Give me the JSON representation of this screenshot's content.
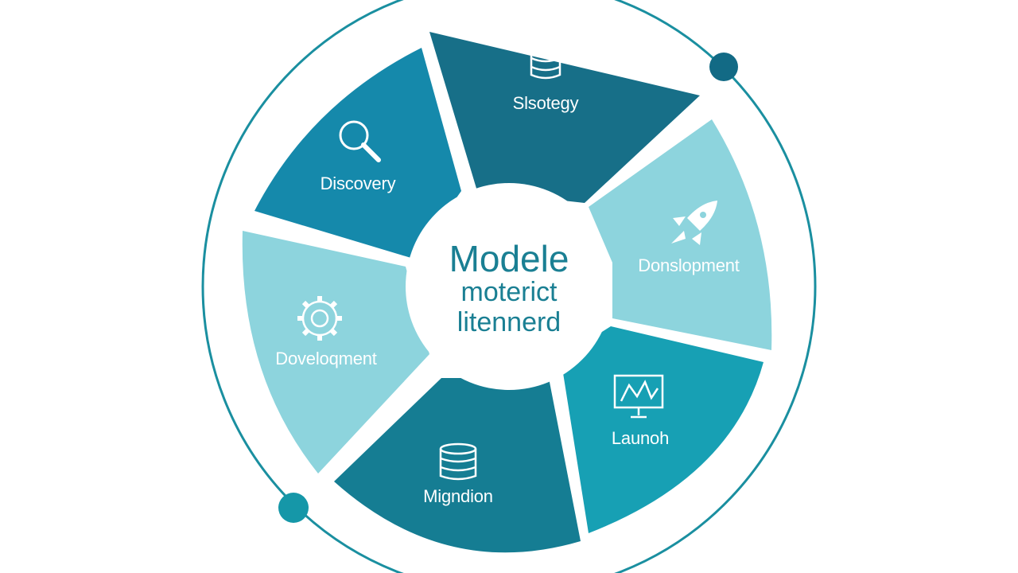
{
  "center": {
    "line1": "Modele",
    "line2": "moterict",
    "line3": "litennerd"
  },
  "segments": [
    {
      "label": "Slsotegy",
      "icon": "database-icon",
      "color": "#176f88"
    },
    {
      "label": "Donslopment",
      "icon": "rocket-icon",
      "color": "#8dd4dd"
    },
    {
      "label": "Launoh",
      "icon": "monitor-chart-icon",
      "color": "#17a0b4"
    },
    {
      "label": "Migndion",
      "icon": "database-icon",
      "color": "#157d93"
    },
    {
      "label": "Doveloqment",
      "icon": "gear-icon",
      "color": "#8dd4dd"
    },
    {
      "label": "Discovery",
      "icon": "magnifier-icon",
      "color": "#1589ab"
    }
  ],
  "colors": {
    "ring": "#1a8fa0",
    "center_text": "#1a7f93",
    "dot": "#1597a8",
    "dot_dark": "#126a85"
  }
}
